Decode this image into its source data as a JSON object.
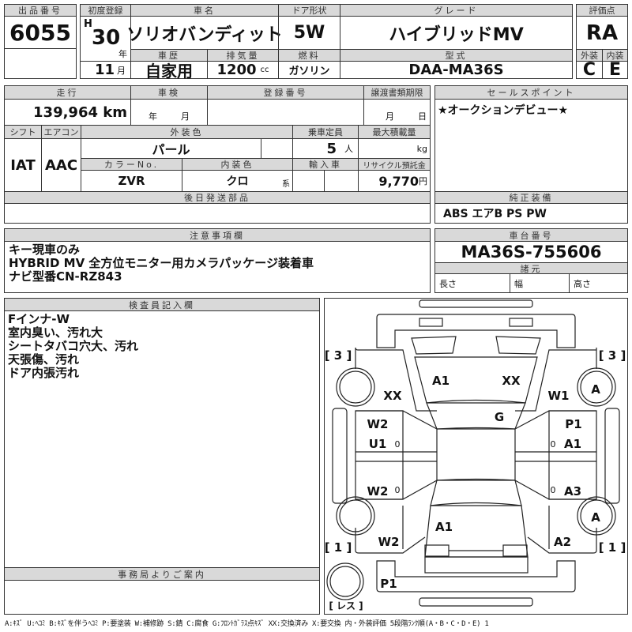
{
  "lot": {
    "label": "出品番号",
    "value": "6055"
  },
  "header": {
    "first_reg_label": "初度登録",
    "era": "H",
    "year": "30",
    "year_unit": "年",
    "month": "11",
    "month_unit": "月",
    "car_name_label": "車名",
    "car_name": "ソリオバンディット",
    "door_label": "ドア形状",
    "door": "5W",
    "grade_label": "グレード",
    "grade": "ハイブリッドMV",
    "history_label": "車歴",
    "history": "自家用",
    "displacement_label": "排気量",
    "displacement": "1200",
    "displacement_unit": "cc",
    "fuel_label": "燃料",
    "fuel": "ガソリン",
    "model_label": "型式",
    "model": "DAA-MA36S"
  },
  "score": {
    "label": "評価点",
    "value": "RA",
    "ext_label": "外装",
    "int_label": "内装",
    "ext": "C",
    "int": "E"
  },
  "details": {
    "mileage_label": "走行",
    "mileage": "139,964 km",
    "inspection_label": "車検",
    "inspection_year_unit": "年",
    "inspection_month_unit": "月",
    "reg_no_label": "登録番号",
    "transfer_label": "譲渡書類期限",
    "transfer_month_unit": "月",
    "transfer_day_unit": "日",
    "shift_label": "シフト",
    "shift": "IAT",
    "ac_label": "エアコン",
    "ac": "AAC",
    "ext_color_label": "外装色",
    "ext_color": "パール",
    "capacity_label": "乗車定員",
    "capacity": "5",
    "capacity_unit": "人",
    "max_load_label": "最大積載量",
    "max_load_unit": "kg",
    "color_no_label": "カラーNo.",
    "color_no": "ZVR",
    "int_color_label": "内装色",
    "int_color": "クロ",
    "int_color_suffix": "系",
    "import_label": "輸入車",
    "recycle_label": "リサイクル預託金",
    "recycle": "9,770",
    "recycle_unit": "円",
    "later_parts_label": "後日発送部品"
  },
  "sales_point": {
    "label": "セールスポイント",
    "text": "★オークションデビュー★"
  },
  "equipment": {
    "label": "純正装備",
    "text": "ABS エアB PS PW"
  },
  "notes": {
    "label": "注意事項欄",
    "lines": [
      "キー現車のみ",
      "HYBRID MV 全方位モニター用カメラパッケージ装着車",
      "ナビ型番CN-RZ843"
    ]
  },
  "chassis": {
    "label": "車台番号",
    "value": "MA36S-755606",
    "spec_label": "諸元",
    "length_label": "長さ",
    "width_label": "幅",
    "height_label": "高さ"
  },
  "inspector": {
    "label": "検査員記入欄",
    "lines": [
      "Fインナ-W",
      "室内臭い、汚れ大",
      "シートタバコ穴大、汚れ",
      "天張傷、汚れ",
      "ドア内張汚れ"
    ]
  },
  "office": {
    "label": "事務局よりご案内"
  },
  "diagram": {
    "marks": [
      "[ 3 ]",
      "[ 3 ]",
      "A1",
      "XX",
      "XX",
      "W1",
      "A",
      "G",
      "W2",
      "U1",
      "0",
      "P1",
      "A1",
      "0",
      "W2",
      "0",
      "A3",
      "0",
      "A",
      "A1",
      "W2",
      "A2",
      "[ 1 ]",
      "[ 1 ]",
      "P1",
      "[ レス ]"
    ]
  },
  "legend": "A:ｷｽﾞ U:ﾍｺﾐ B:ｷｽﾞを伴うﾍｺﾐ P:要塗装 W:補修跡 S:錆 C:腐食 G:ﾌﾛﾝﾄｶﾞﾗｽ点ｷｽﾞ XX:交換済み X:要交換 内・外装評価 5段階ﾗﾝｸ順(A・B・C・D・E) 1"
}
